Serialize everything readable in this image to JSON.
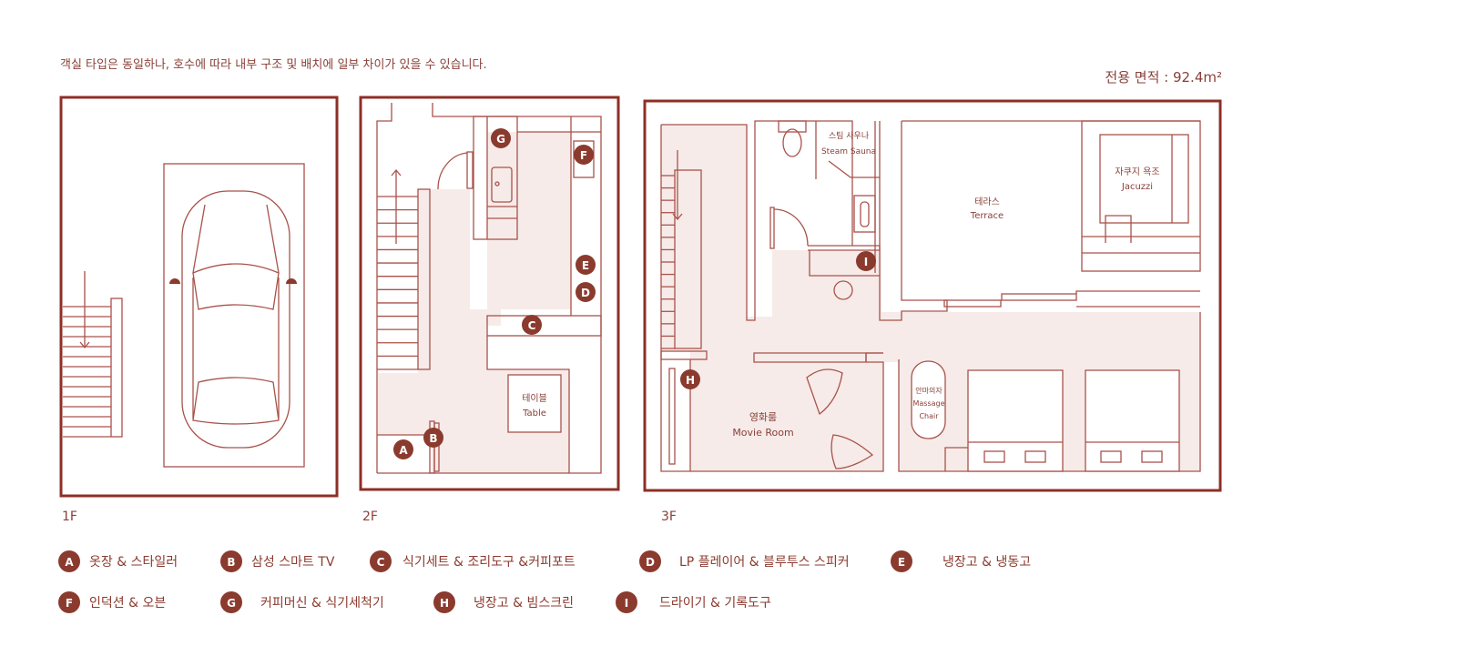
{
  "notice": "객실 타입은 동일하나, 호수에 따라 내부 구조 및 배치에 일부 차이가 있을 수 있습니다.",
  "area": "전용 면적 : 92.4m²",
  "floors": [
    "1F",
    "2F",
    "3F"
  ],
  "rooms": {
    "table_ko": "테이블",
    "table_en": "Table",
    "sauna_ko": "스팀 사우나",
    "sauna_en": "Steam Sauna",
    "terrace_ko": "테라스",
    "terrace_en": "Terrace",
    "jacuzzi_ko": "자쿠지 욕조",
    "jacuzzi_en": "Jacuzzi",
    "massage_ko": "안마의자",
    "massage_en1": "Massage",
    "massage_en2": "Chair",
    "movie_ko": "영화룸",
    "movie_en": "Movie Room"
  },
  "legend": [
    {
      "key": "A",
      "label": "옷장 & 스타일러"
    },
    {
      "key": "B",
      "label": "삼성 스마트 TV"
    },
    {
      "key": "C",
      "label": "식기세트 & 조리도구 &커피포트"
    },
    {
      "key": "D",
      "label": "LP 플레이어 & 블루투스 스피커"
    },
    {
      "key": "E",
      "label": "냉장고 & 냉동고"
    },
    {
      "key": "F",
      "label": "인덕션 & 오븐"
    },
    {
      "key": "G",
      "label": "커피머신 & 식기세척기"
    },
    {
      "key": "H",
      "label": "냉장고 & 빔스크린"
    },
    {
      "key": "I",
      "label": "드라이기 & 기록도구"
    }
  ],
  "colors": {
    "accent": "#8b3a2e",
    "line": "#a9524a",
    "floor": "#f6ebe9"
  }
}
